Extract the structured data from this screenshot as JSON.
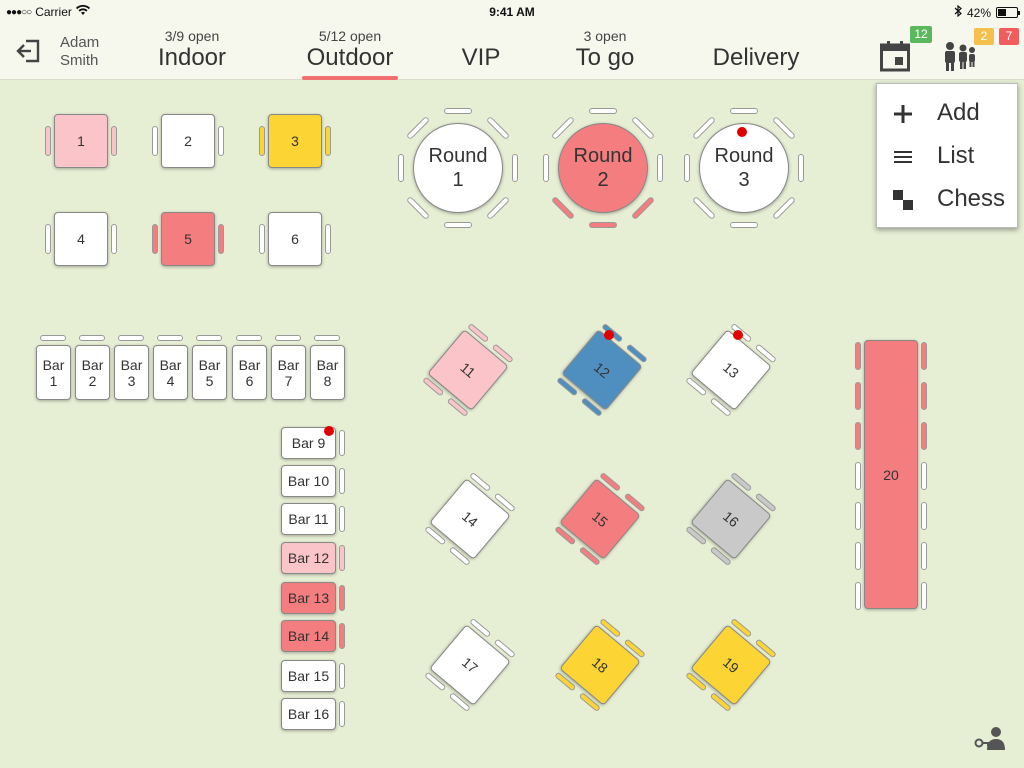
{
  "status": {
    "carrier": "Carrier",
    "time": "9:41 AM",
    "battery": "42%",
    "battery_level": 0.42
  },
  "user": {
    "first": "Adam",
    "last": "Smith"
  },
  "tabs": [
    {
      "sub": "3/9 open",
      "label": "Indoor",
      "active": false
    },
    {
      "sub": "5/12 open",
      "label": "Outdoor",
      "active": true
    },
    {
      "sub": "",
      "label": "VIP",
      "active": false
    },
    {
      "sub": "3 open",
      "label": "To go",
      "active": false
    },
    {
      "sub": "",
      "label": "Delivery",
      "active": false
    }
  ],
  "badges": {
    "calendar": "12",
    "people_yellow": "2",
    "people_red": "7"
  },
  "colors": {
    "pink": "#fbc4c8",
    "red": "#f47d7f",
    "yellow": "#fcd534",
    "blue": "#4e8fbf",
    "gray": "#c9c9c9",
    "white": "#ffffff",
    "green_badge": "#5cb85c",
    "yellow_badge": "#f5c04e",
    "red_badge": "#f25c5c",
    "underline": "#f26f6f"
  },
  "menu": [
    {
      "label": "Add",
      "icon": "plus-icon"
    },
    {
      "label": "List",
      "icon": "list-icon"
    },
    {
      "label": "Chess",
      "icon": "chess-icon"
    }
  ],
  "icons": {
    "logout": "logout-icon",
    "calendar": "calendar-icon",
    "people": "people-icon",
    "staff": "staff-key-icon"
  },
  "square_tables": [
    {
      "label": "1",
      "color": "pink"
    },
    {
      "label": "2",
      "color": "white"
    },
    {
      "label": "3",
      "color": "yellow"
    },
    {
      "label": "4",
      "color": "white"
    },
    {
      "label": "5",
      "color": "red"
    },
    {
      "label": "6",
      "color": "white"
    }
  ],
  "round_tables": [
    {
      "line1": "Round",
      "line2": "1",
      "color": "white",
      "alert": false
    },
    {
      "line1": "Round",
      "line2": "2",
      "color": "red",
      "alert": false
    },
    {
      "line1": "Round",
      "line2": "3",
      "color": "white",
      "alert": true
    }
  ],
  "bar_top": [
    {
      "line1": "Bar",
      "line2": "1"
    },
    {
      "line1": "Bar",
      "line2": "2"
    },
    {
      "line1": "Bar",
      "line2": "3"
    },
    {
      "line1": "Bar",
      "line2": "4"
    },
    {
      "line1": "Bar",
      "line2": "5"
    },
    {
      "line1": "Bar",
      "line2": "6"
    },
    {
      "line1": "Bar",
      "line2": "7"
    },
    {
      "line1": "Bar",
      "line2": "8"
    }
  ],
  "bar_side": [
    {
      "label": "Bar 9",
      "color": "white",
      "alert": true
    },
    {
      "label": "Bar 10",
      "color": "white",
      "alert": false
    },
    {
      "label": "Bar 11",
      "color": "white",
      "alert": false
    },
    {
      "label": "Bar 12",
      "color": "pink",
      "alert": false
    },
    {
      "label": "Bar 13",
      "color": "red",
      "alert": false
    },
    {
      "label": "Bar 14",
      "color": "red",
      "alert": false
    },
    {
      "label": "Bar 15",
      "color": "white",
      "alert": false
    },
    {
      "label": "Bar 16",
      "color": "white",
      "alert": false
    }
  ],
  "diamond_tables": [
    {
      "label": "11",
      "color": "pink",
      "alert": false
    },
    {
      "label": "12",
      "color": "blue",
      "alert": true
    },
    {
      "label": "13",
      "color": "white",
      "alert": true
    },
    {
      "label": "14",
      "color": "white",
      "alert": false
    },
    {
      "label": "15",
      "color": "red",
      "alert": false
    },
    {
      "label": "16",
      "color": "gray",
      "alert": false
    },
    {
      "label": "17",
      "color": "white",
      "alert": false
    },
    {
      "label": "18",
      "color": "yellow",
      "alert": false
    },
    {
      "label": "19",
      "color": "yellow",
      "alert": false
    }
  ],
  "long_table": {
    "label": "20",
    "color": "red"
  }
}
